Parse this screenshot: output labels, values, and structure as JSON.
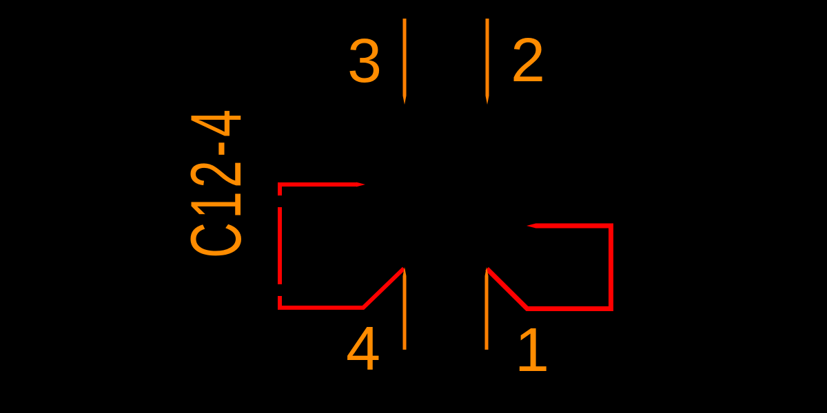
{
  "canvas": {
    "background_color": "#000000"
  },
  "component": {
    "designator": "C12-4",
    "designator_color": "#FF8C00",
    "pin_color": "#FF8000",
    "pin_number_color": "#FF8C00",
    "wire_color": "#FF0000",
    "pins": [
      {
        "number": "1"
      },
      {
        "number": "2"
      },
      {
        "number": "3"
      },
      {
        "number": "4"
      }
    ]
  }
}
